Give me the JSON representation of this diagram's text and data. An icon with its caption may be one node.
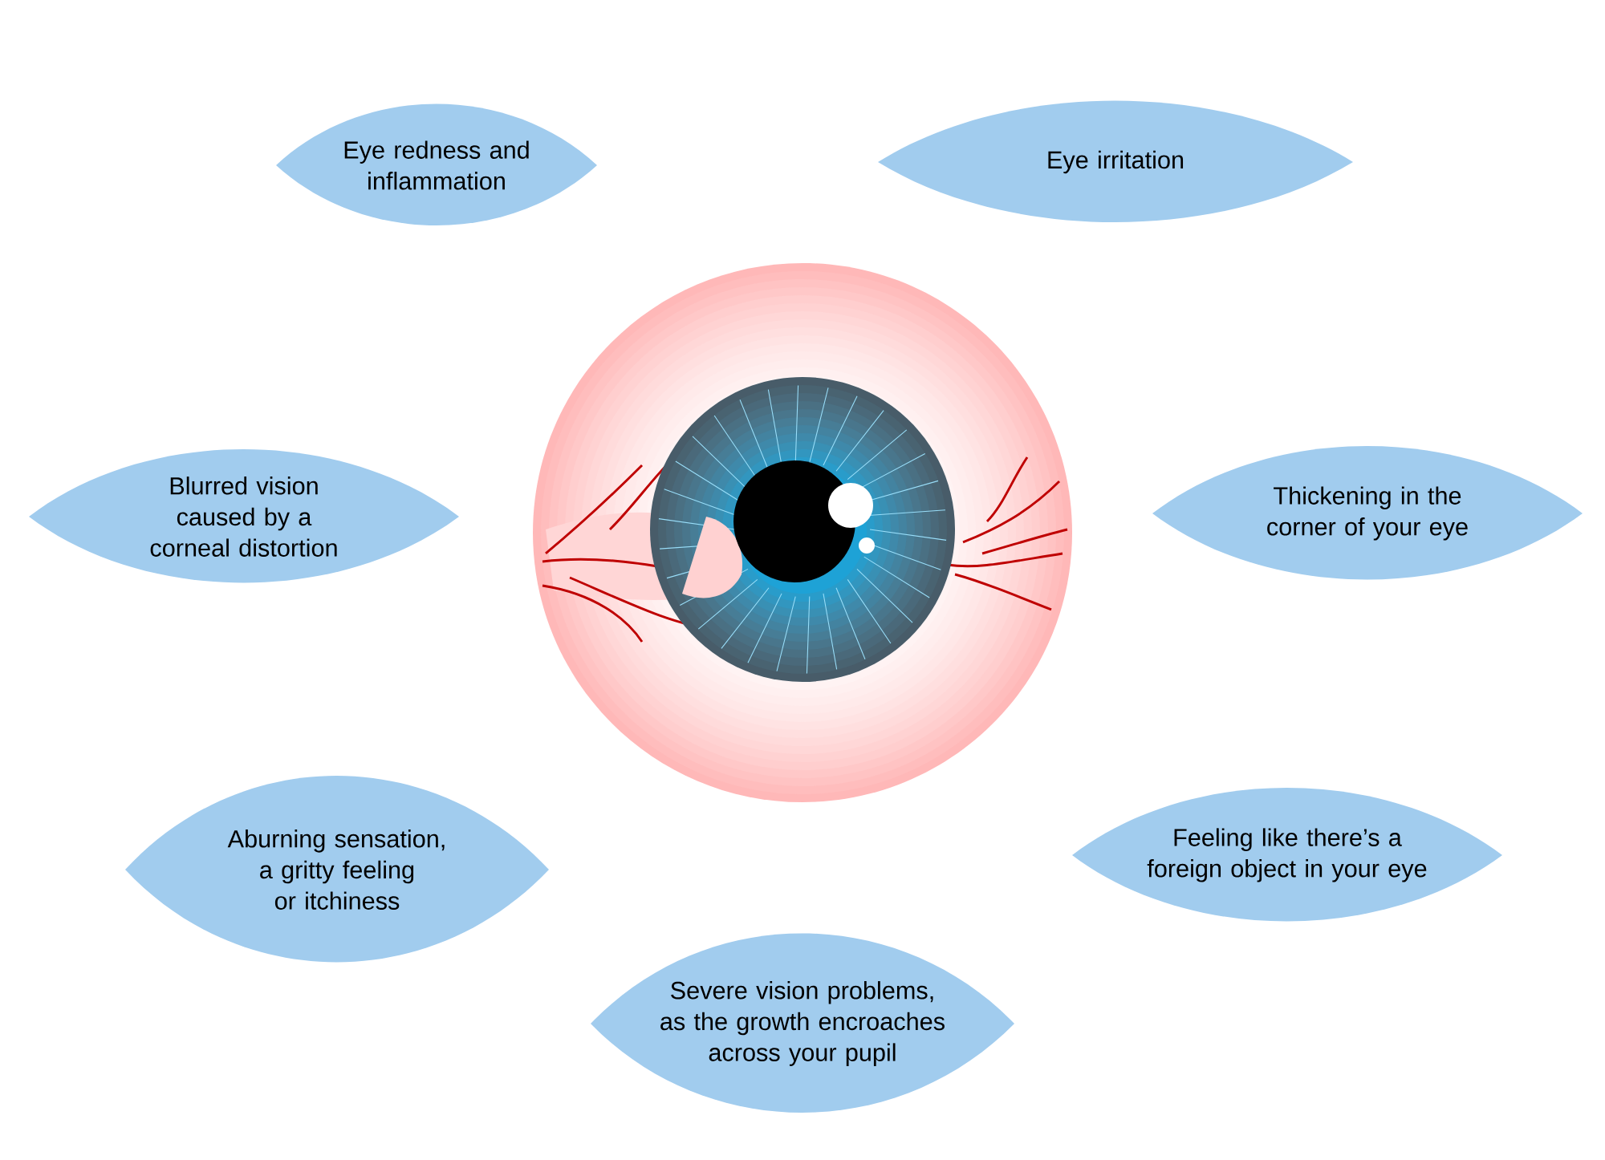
{
  "diagram": {
    "nodes": [
      {
        "text": [
          "Eye redness and inflammation"
        ]
      },
      {
        "text": [
          "Eye irritation"
        ]
      },
      {
        "text": [
          "Blurred vision caused by a corneal distortion"
        ]
      },
      {
        "text": [
          "Thickening in the corner of your eye"
        ]
      },
      {
        "text": [
          "Aburning sensation, a gritty feeling or itchiness"
        ]
      },
      {
        "text": [
          "Feeling like there’s a foreign object in your eye"
        ]
      },
      {
        "text": [
          "Severe vision problems, as the growth encroaches across your pupil"
        ]
      }
    ]
  }
}
